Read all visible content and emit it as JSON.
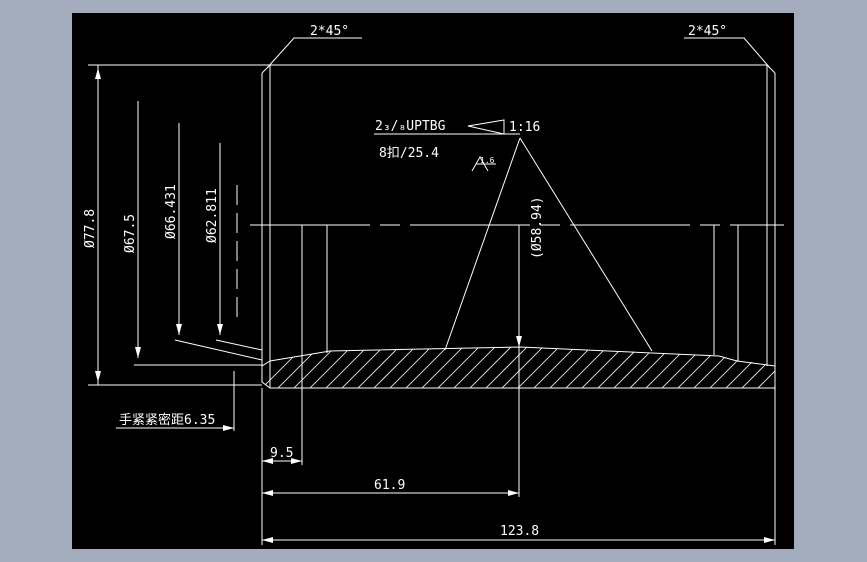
{
  "colors": {
    "background_outer": "#a2acbc",
    "viewport": "#000000",
    "line": "#ffffff"
  },
  "drawing": {
    "chamfer_left": "2*45°",
    "chamfer_right": "2*45°",
    "thread_spec": "2₃/₈UPTBG",
    "taper": "1:16",
    "thread_pitch": "8扣/25.4",
    "roughness": "1.6",
    "dia_outer": "Ø77.8",
    "dia_1": "Ø67.5",
    "dia_2": "Ø66.431",
    "dia_3": "Ø62.811",
    "dia_ref": "(Ø58.94)",
    "hand_tight_label": "手紧紧密距6.35",
    "dim_9_5": "9.5",
    "dim_61_9": "61.9",
    "dim_123_8": "123.8"
  }
}
